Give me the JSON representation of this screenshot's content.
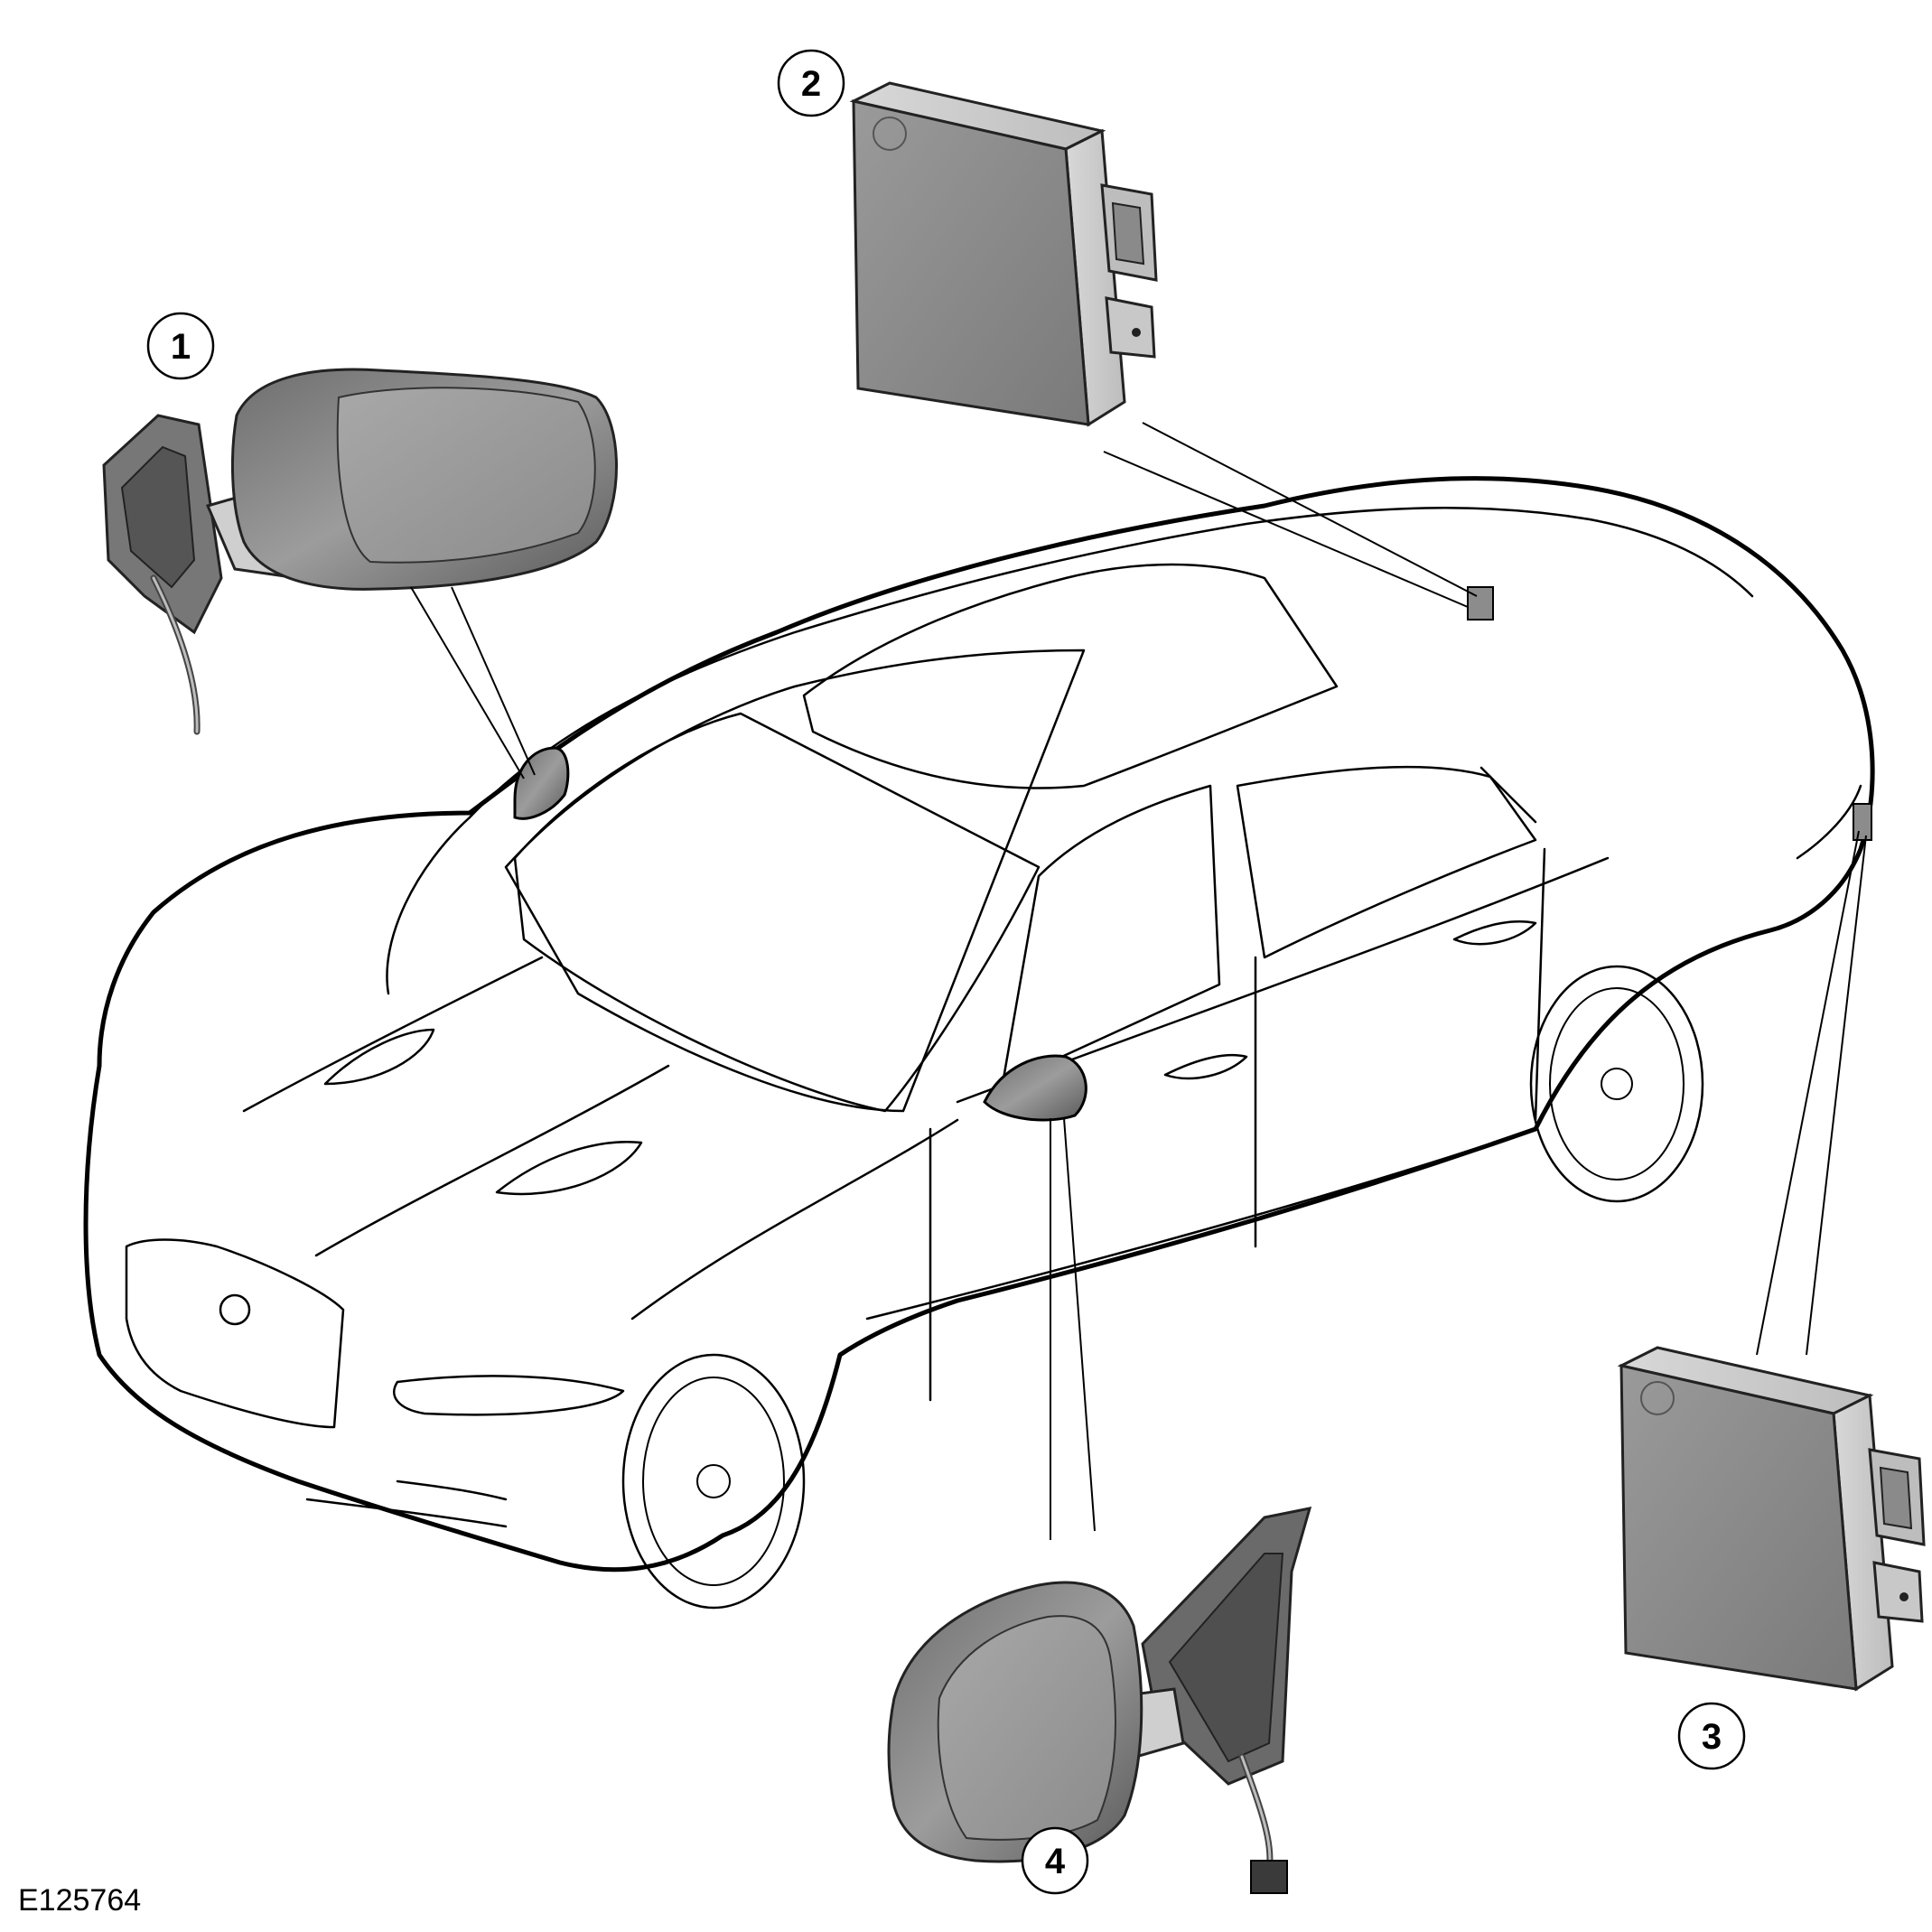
{
  "figure": {
    "id_label": "E125764"
  },
  "callouts": [
    {
      "number": "1"
    },
    {
      "number": "2"
    },
    {
      "number": "3"
    },
    {
      "number": "4"
    }
  ]
}
